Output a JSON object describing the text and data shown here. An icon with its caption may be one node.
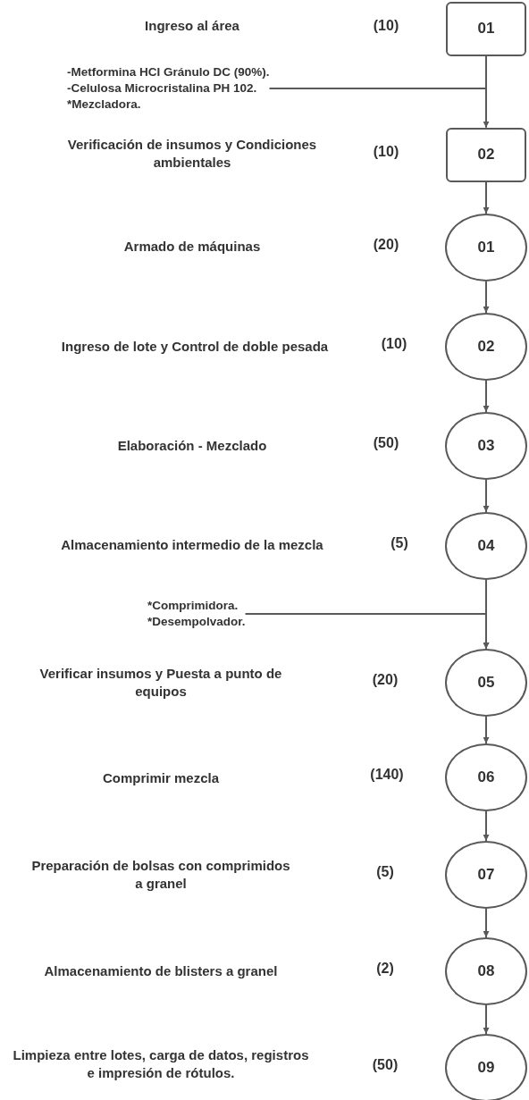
{
  "diagram": {
    "nodes": [
      {
        "text": [
          "01"
        ],
        "beside": [
          "(10)"
        ]
      },
      {
        "text": [
          "-Metformina HCI Gránulo DC (90%).",
          "-Celulosa Microcristalina PH 102.",
          "*Mezcladora."
        ]
      },
      {
        "text": [
          "02"
        ],
        "beside": [
          "(10)"
        ]
      },
      {
        "text": [
          "01"
        ],
        "beside": [
          "(20)"
        ]
      },
      {
        "text": [
          "02"
        ],
        "beside": [
          "(10)"
        ]
      },
      {
        "text": [
          "03"
        ],
        "beside": [
          "(50)"
        ]
      },
      {
        "text": [
          "04"
        ],
        "beside": [
          "(5)"
        ]
      },
      {
        "text": [
          "*Comprimidora.",
          "*Desempolvador."
        ]
      },
      {
        "text": [
          "05"
        ],
        "beside": [
          "(20)"
        ]
      },
      {
        "text": [
          "06"
        ],
        "beside": [
          "(140)"
        ]
      },
      {
        "text": [
          "07"
        ],
        "beside": [
          "(5)"
        ]
      },
      {
        "text": [
          "08"
        ],
        "beside": [
          "(2)"
        ]
      },
      {
        "text": [
          "09"
        ],
        "beside": [
          "(50)"
        ]
      }
    ],
    "edges": [
      {
        "from": 0,
        "to": 2,
        "arrow": "to"
      },
      {
        "from": 1,
        "to": 2,
        "arrow": "to"
      },
      {
        "from": 2,
        "to": 3,
        "arrow": "to"
      },
      {
        "from": 3,
        "to": 4,
        "arrow": "to"
      },
      {
        "from": 4,
        "to": 5,
        "arrow": "to"
      },
      {
        "from": 5,
        "to": 6,
        "arrow": "to"
      },
      {
        "from": 6,
        "to": 8,
        "arrow": "to"
      },
      {
        "from": 7,
        "to": 8,
        "arrow": "to"
      },
      {
        "from": 8,
        "to": 9,
        "arrow": "to"
      },
      {
        "from": 9,
        "to": 10,
        "arrow": "to"
      },
      {
        "from": 10,
        "to": 11,
        "arrow": "to"
      },
      {
        "from": 11,
        "to": 12,
        "arrow": "to"
      }
    ],
    "labels": [
      "Ingreso al área",
      "Verificación de insumos y Condiciones ambientales",
      "Armado de máquinas",
      "Ingreso de lote y Control de doble pesada",
      "Elaboración - Mezclado",
      "Almacenamiento intermedio de la mezcla",
      "Verificar insumos y Puesta a punto de equipos",
      "Comprimir mezcla",
      "Preparación de bolsas con comprimidos a granel",
      "Almacenamiento de blisters a granel",
      "Limpieza entre lotes, carga de datos, registros e impresión de rótulos."
    ]
  }
}
